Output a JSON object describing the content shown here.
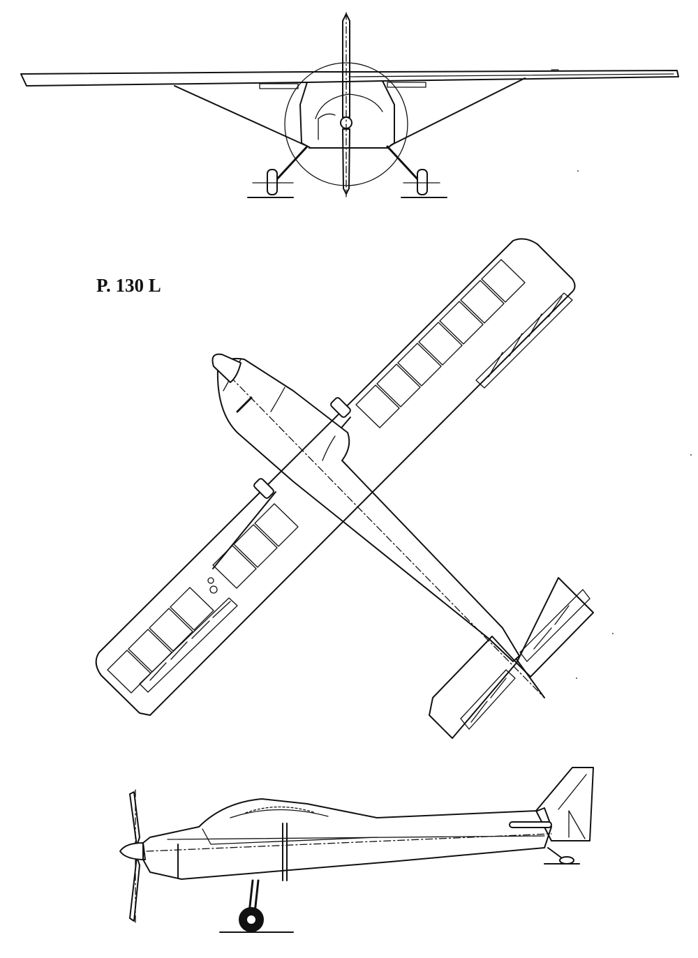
{
  "title": "P. 130 L",
  "views": [
    "front-view",
    "top-view",
    "side-view"
  ]
}
